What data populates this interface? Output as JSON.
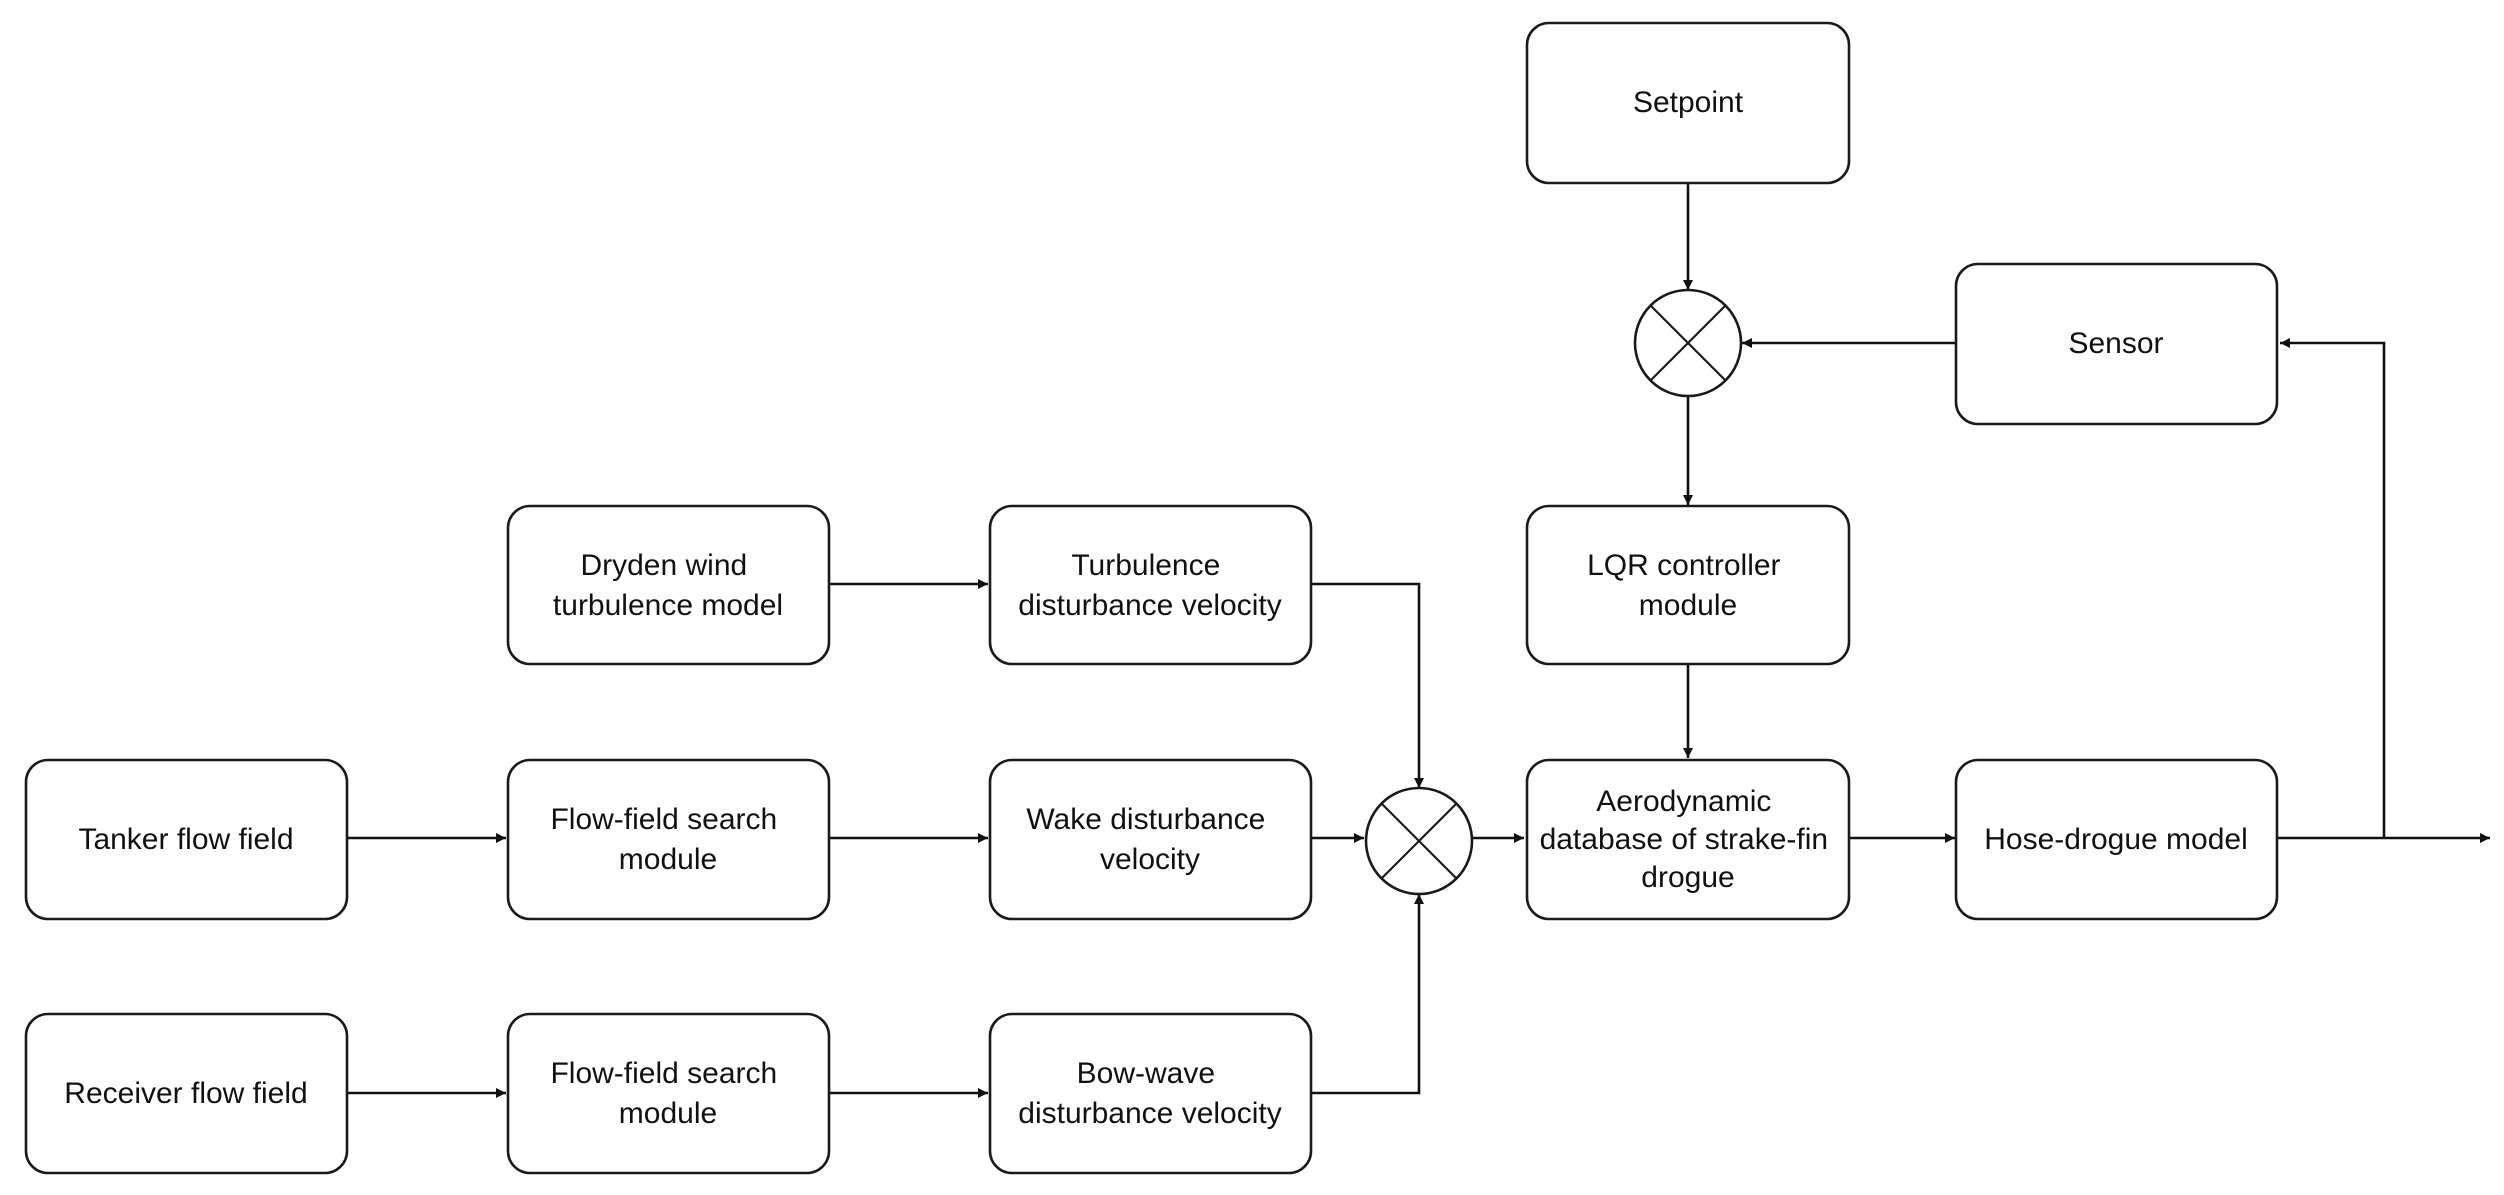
{
  "blocks": {
    "setpoint": {
      "lines": [
        "Setpoint"
      ]
    },
    "sensor": {
      "lines": [
        "Sensor"
      ]
    },
    "lqr": {
      "lines": [
        "LQR controller",
        "module"
      ]
    },
    "dryden": {
      "lines": [
        "Dryden wind",
        "turbulence model"
      ]
    },
    "turbulence": {
      "lines": [
        "Turbulence",
        "disturbance velocity"
      ]
    },
    "tanker": {
      "lines": [
        "Tanker flow field"
      ]
    },
    "search1": {
      "lines": [
        "Flow-field search",
        "module"
      ]
    },
    "wake": {
      "lines": [
        "Wake disturbance",
        "velocity"
      ]
    },
    "aero": {
      "lines": [
        "Aerodynamic",
        "database of strake-fin",
        "drogue"
      ]
    },
    "hose": {
      "lines": [
        "Hose-drogue model"
      ]
    },
    "receiver": {
      "lines": [
        "Receiver flow field"
      ]
    },
    "search2": {
      "lines": [
        "Flow-field search",
        "module"
      ]
    },
    "bowwave": {
      "lines": [
        "Bow-wave",
        "disturbance velocity"
      ]
    }
  },
  "junctions": [
    "control-sum",
    "disturbance-sum"
  ],
  "connections": [
    {
      "from": "setpoint",
      "to": "control-sum"
    },
    {
      "from": "sensor",
      "to": "control-sum"
    },
    {
      "from": "control-sum",
      "to": "lqr"
    },
    {
      "from": "lqr",
      "to": "aero"
    },
    {
      "from": "dryden",
      "to": "turbulence"
    },
    {
      "from": "turbulence",
      "to": "disturbance-sum"
    },
    {
      "from": "tanker",
      "to": "search1"
    },
    {
      "from": "search1",
      "to": "wake"
    },
    {
      "from": "wake",
      "to": "disturbance-sum"
    },
    {
      "from": "receiver",
      "to": "search2"
    },
    {
      "from": "search2",
      "to": "bowwave"
    },
    {
      "from": "bowwave",
      "to": "disturbance-sum"
    },
    {
      "from": "disturbance-sum",
      "to": "aero"
    },
    {
      "from": "aero",
      "to": "hose"
    },
    {
      "from": "hose",
      "to": "output"
    },
    {
      "from": "hose",
      "to": "sensor"
    }
  ]
}
